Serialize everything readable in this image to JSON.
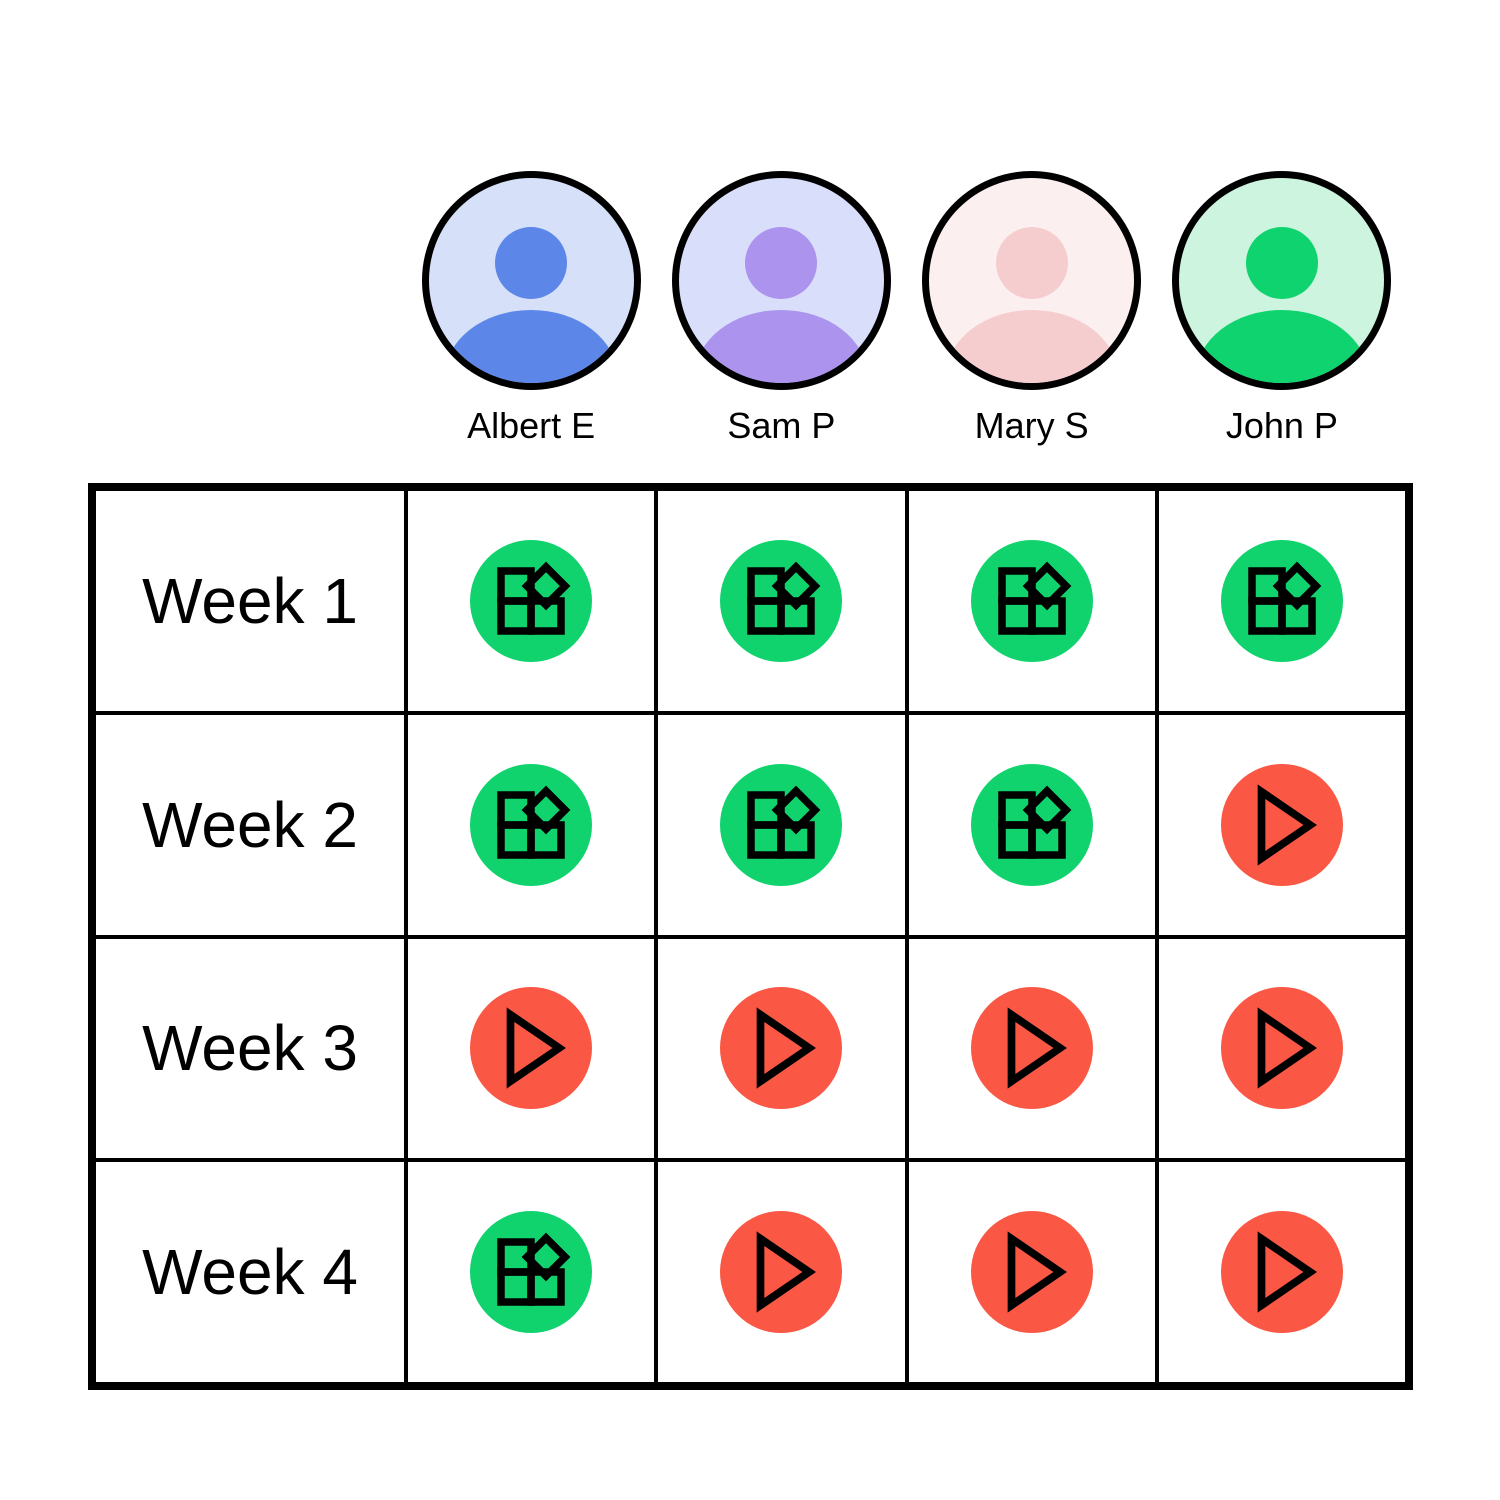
{
  "people": [
    {
      "name": "Albert E",
      "icon": "person-icon",
      "avatar_bg": "#d6e0f8",
      "avatar_fg": "#5c86e8"
    },
    {
      "name": "Sam P",
      "icon": "person-icon",
      "avatar_bg": "#d9defb",
      "avatar_fg": "#ab93ee"
    },
    {
      "name": "Mary S",
      "icon": "person-icon",
      "avatar_bg": "#fbf0ef",
      "avatar_fg": "#f6cdce"
    },
    {
      "name": "John P",
      "icon": "person-icon",
      "avatar_bg": "#cdf4de",
      "avatar_fg": "#0fd36e"
    }
  ],
  "weeks": [
    "Week 1",
    "Week 2",
    "Week 3",
    "Week 4"
  ],
  "grid": [
    [
      "done",
      "done",
      "done",
      "done"
    ],
    [
      "done",
      "done",
      "done",
      "in_progress"
    ],
    [
      "in_progress",
      "in_progress",
      "in_progress",
      "in_progress"
    ],
    [
      "done",
      "in_progress",
      "in_progress",
      "in_progress"
    ]
  ],
  "statuses": {
    "done": {
      "color": "#10d36e",
      "icon": "blocks-icon"
    },
    "in_progress": {
      "color": "#fa5845",
      "icon": "play-icon"
    }
  },
  "colors": {
    "grid_line": "#000000",
    "icon_stroke": "#000000",
    "text": "#000000"
  }
}
